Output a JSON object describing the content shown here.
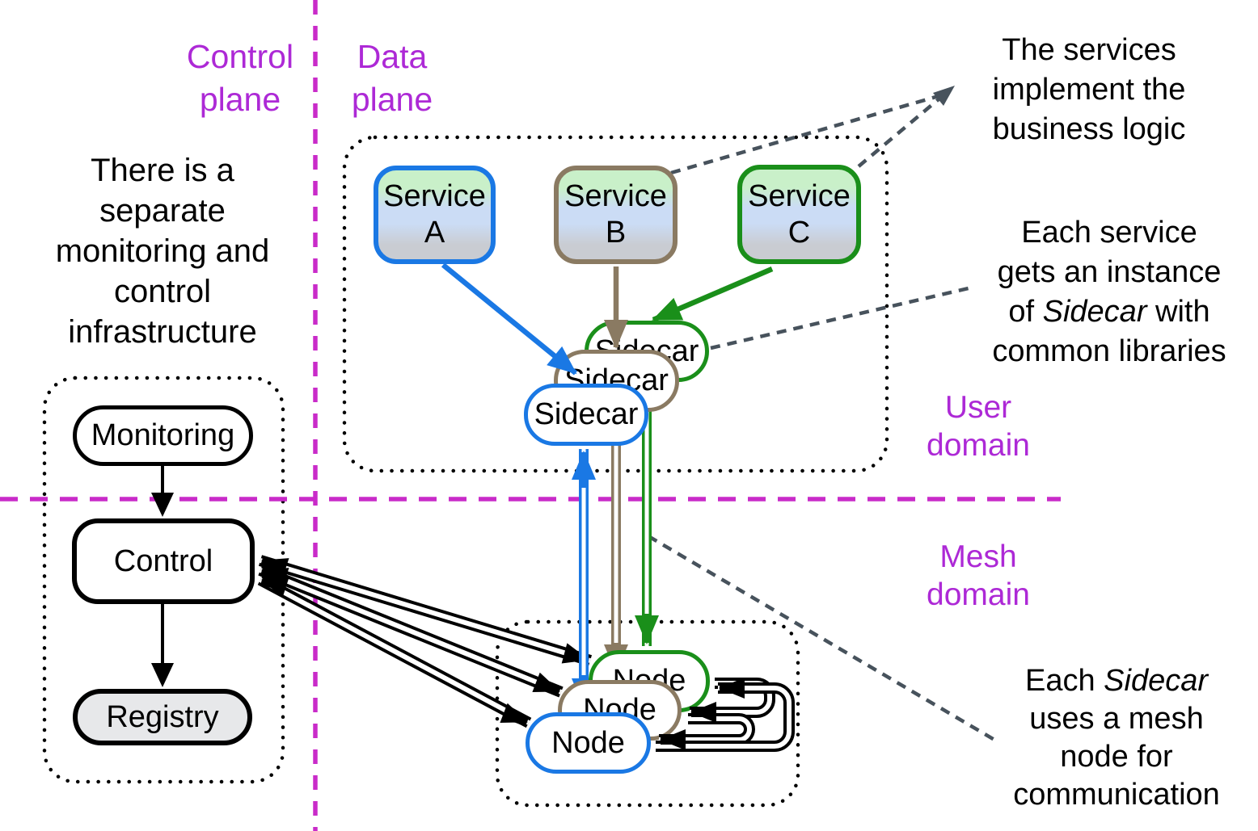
{
  "colors": {
    "magenta_text": "#ad29d6",
    "magenta_line": "#c92bc9",
    "blue": "#1a78e4",
    "green": "#1a8f1a",
    "brown": "#8a7a62",
    "annotation_line": "#47525c",
    "registry_fill": "#e7e8ea",
    "service_gradient": [
      "#c9f0c9",
      "#cbdcf5",
      "#c9ccd2"
    ]
  },
  "plane_labels": {
    "control": [
      "Control",
      "plane"
    ],
    "data": [
      "Data",
      "plane"
    ]
  },
  "domain_labels": {
    "user": [
      "User",
      "domain"
    ],
    "mesh": [
      "Mesh",
      "domain"
    ]
  },
  "notes": {
    "infra": [
      "There is a",
      "separate",
      "monitoring and",
      "control",
      "infrastructure"
    ],
    "services_logic": [
      "The services",
      "implement the",
      "business logic"
    ],
    "sidecar_instance": [
      [
        {
          "t": "Each service"
        }
      ],
      [
        {
          "t": "gets an instance"
        }
      ],
      [
        {
          "t": "of "
        },
        {
          "t": "Sidecar",
          "i": true
        },
        {
          "t": " with"
        }
      ],
      [
        {
          "t": "common libraries"
        }
      ]
    ],
    "mesh_node": [
      [
        {
          "t": "Each "
        },
        {
          "t": "Sidecar",
          "i": true
        }
      ],
      [
        {
          "t": "uses a mesh"
        }
      ],
      [
        {
          "t": "node for"
        }
      ],
      [
        {
          "t": "communication"
        }
      ]
    ]
  },
  "boxes": {
    "monitoring": "Monitoring",
    "control": "Control",
    "registry": "Registry",
    "sidecar": "Sidecar",
    "node": "Node",
    "services": [
      {
        "name": "Service",
        "letter": "A"
      },
      {
        "name": "Service",
        "letter": "B"
      },
      {
        "name": "Service",
        "letter": "C"
      }
    ]
  }
}
